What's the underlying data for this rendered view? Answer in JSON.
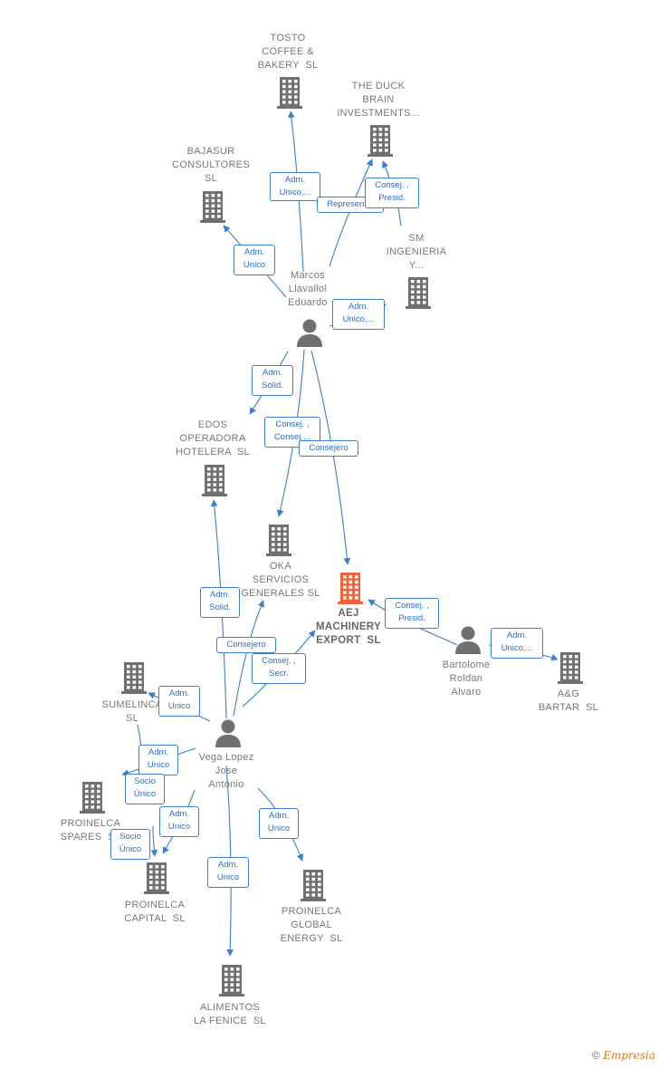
{
  "nodes": {
    "tosto": {
      "label": "TOSTO\nCOFFEE &\nBAKERY  SL",
      "type": "company"
    },
    "duck": {
      "label": "THE DUCK\nBRAIN\nINVESTMENTS...",
      "type": "company"
    },
    "bajasur": {
      "label": "BAJASUR\nCONSULTORES\nSL",
      "type": "company"
    },
    "sm": {
      "label": "SM\nINGENIERIA\nY...",
      "type": "company"
    },
    "marcos": {
      "label": "Marcos\nLlavallol\nEduardo",
      "type": "person"
    },
    "edos": {
      "label": "EDOS\nOPERADORA\nHOTELERA  SL",
      "type": "company"
    },
    "oka": {
      "label": "OKA\nSERVICIOS\nGENERALES SL",
      "type": "company"
    },
    "aej": {
      "label": "AEJ\nMACHINERY\nEXPORT  SL",
      "type": "company-main"
    },
    "bartolome": {
      "label": "Bartolome\nRoldan\nAlvaro",
      "type": "person"
    },
    "abartar": {
      "label": "A&G\nBARTAR  SL",
      "type": "company"
    },
    "sumelinca": {
      "label": "SUMELINCA\nSL",
      "type": "company"
    },
    "vega": {
      "label": "Vega Lopez\nJose\nAntonio",
      "type": "person"
    },
    "spares": {
      "label": "PROINELCA\nSPARES  SL",
      "type": "company"
    },
    "capital": {
      "label": "PROINELCA\nCAPITAL  SL",
      "type": "company"
    },
    "global": {
      "label": "PROINELCA\nGLOBAL\nENERGY  SL",
      "type": "company"
    },
    "alimentos": {
      "label": "ALIMENTOS\nLA FENICE  SL",
      "type": "company"
    }
  },
  "edges": [
    {
      "from": "marcos",
      "to": "tosto",
      "label": "Adm.\nUnico,..."
    },
    {
      "from": "marcos",
      "to": "duck",
      "label": "Represent..."
    },
    {
      "from": "sm",
      "to": "duck",
      "label": "Consej. ,\nPresid."
    },
    {
      "from": "marcos",
      "to": "bajasur",
      "label": "Adm.\nUnico"
    },
    {
      "from": "marcos",
      "to": "sm",
      "label": "Adm.\nUnico,..."
    },
    {
      "from": "marcos",
      "to": "edos",
      "label": "Adm.\nSolid."
    },
    {
      "from": "marcos",
      "to": "oka",
      "label": "Consej. ,\nConsej...."
    },
    {
      "from": "marcos",
      "to": "aej",
      "label": "Consejero"
    },
    {
      "from": "bartolome",
      "to": "aej",
      "label": "Consej. ,\nPresid."
    },
    {
      "from": "bartolome",
      "to": "abartar",
      "label": "Adm.\nUnico,..."
    },
    {
      "from": "vega",
      "to": "edos",
      "label": "Adm.\nSolid."
    },
    {
      "from": "vega",
      "to": "oka",
      "label": "Consejero"
    },
    {
      "from": "vega",
      "to": "aej",
      "label": "Consej. ,\nSecr."
    },
    {
      "from": "vega",
      "to": "sumelinca",
      "label": "Adm.\nUnico"
    },
    {
      "from": "vega",
      "to": "spares",
      "label": "Adm.\nUnico"
    },
    {
      "from": "sumelinca",
      "to": "spares",
      "label": "Socio\nÚnico"
    },
    {
      "from": "vega",
      "to": "capital",
      "label": "Adm.\nUnico"
    },
    {
      "from": "spares",
      "to": "capital",
      "label": "Socio\nÚnico"
    },
    {
      "from": "vega",
      "to": "global",
      "label": "Adm.\nUnico"
    },
    {
      "from": "vega",
      "to": "alimentos",
      "label": "Adm.\nUnico"
    }
  ],
  "footer": {
    "copyright": "©",
    "brand": "Empresia"
  },
  "colors": {
    "edge": "#3a7fc9",
    "company_icon": "#707070",
    "main_icon": "#f0643a",
    "person_icon": "#707070"
  }
}
